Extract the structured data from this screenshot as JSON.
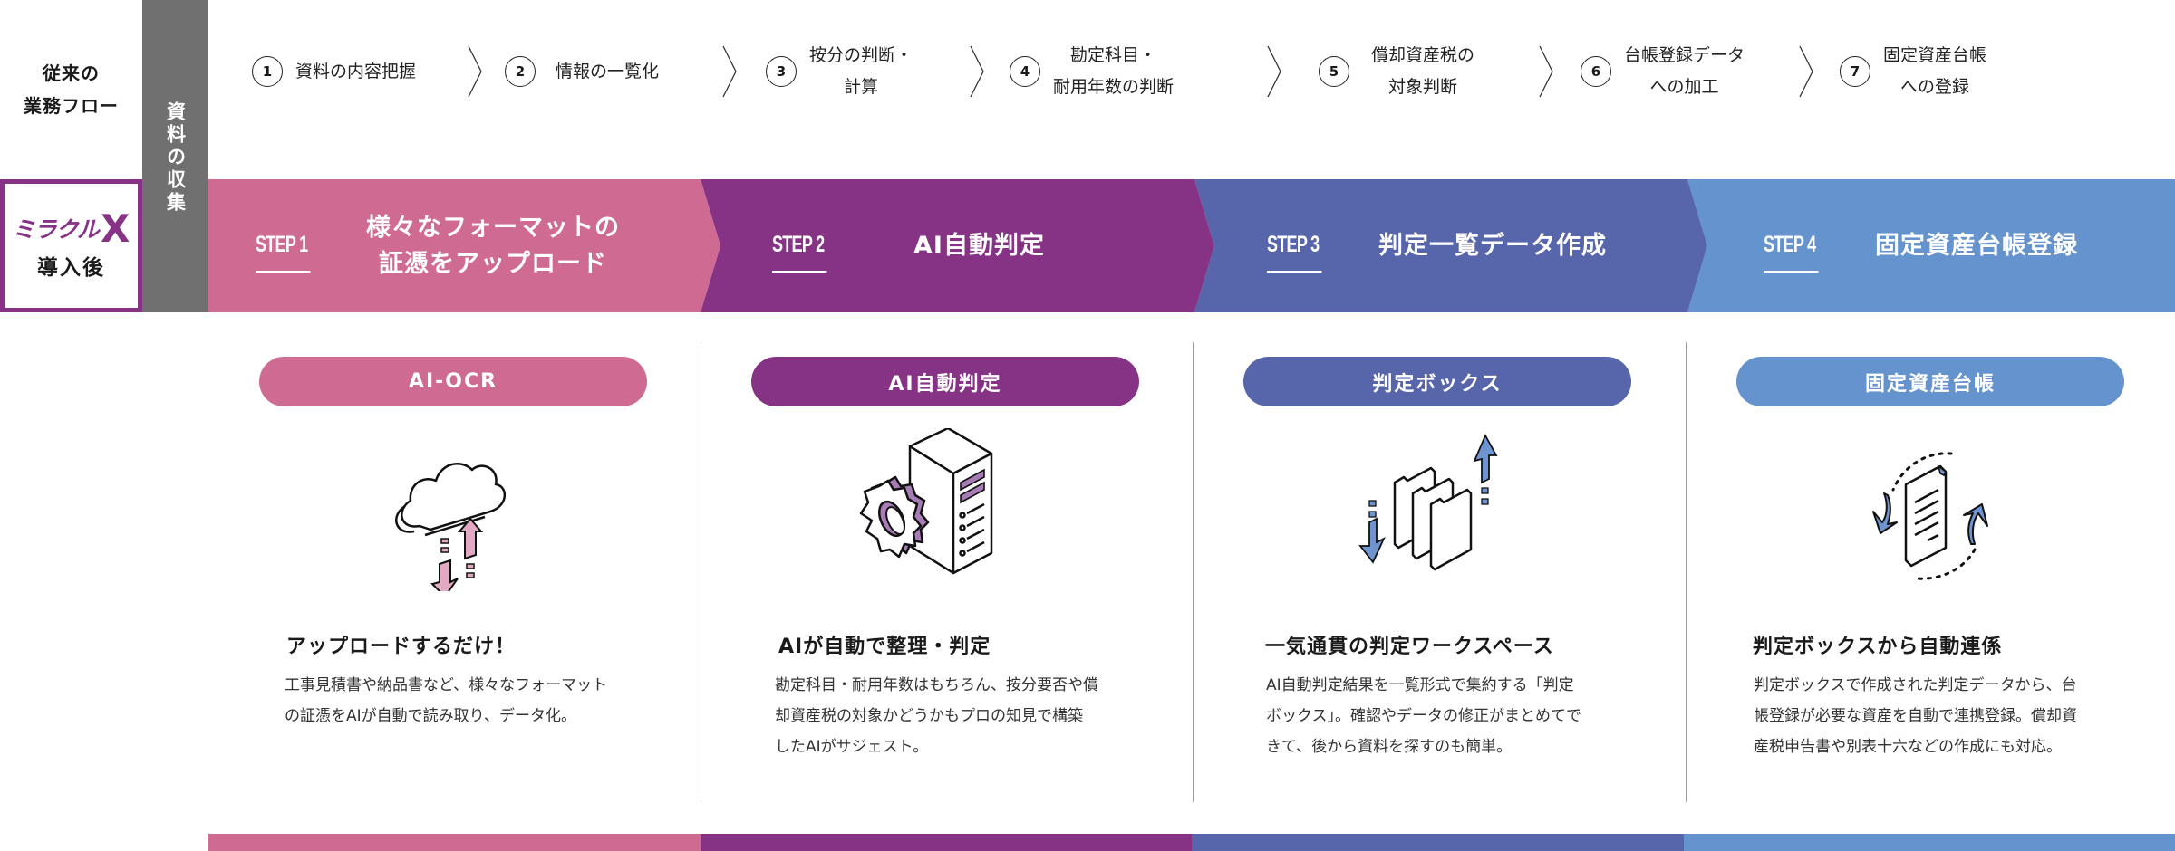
{
  "colors": {
    "step1": "#CF6B93",
    "step2": "#873385",
    "step3": "#5766AB",
    "step4": "#6593CD",
    "collect_bar": "#707070",
    "brand": "#873385"
  },
  "legacy": {
    "label_line1": "従来の",
    "label_line2": "業務フロー",
    "collect_label": "資料の収集",
    "steps": [
      {
        "num": "1",
        "text": "資料の内容把握"
      },
      {
        "num": "2",
        "text": "情報の一覧化"
      },
      {
        "num": "3",
        "text": "按分の判断・\n計算"
      },
      {
        "num": "4",
        "text": "勘定科目・\n耐用年数の判断"
      },
      {
        "num": "5",
        "text": "償却資産税の\n対象判断"
      },
      {
        "num": "6",
        "text": "台帳登録データ\nへの加工"
      },
      {
        "num": "7",
        "text": "固定資産台帳\nへの登録"
      }
    ]
  },
  "after": {
    "brand_kana": "ミラクル",
    "brand_x": "X",
    "label": "導入後"
  },
  "steps": [
    {
      "tag": "STEP 1",
      "title": "様々なフォーマットの\n証憑をアップロード",
      "pill": "AI-OCR",
      "icon": "cloud-upload-icon",
      "card_title": "アップロードするだけ！",
      "card_body": "工事見積書や納品書など、様々なフォーマット\nの証憑をAIが自動で読み取り、データ化。"
    },
    {
      "tag": "STEP 2",
      "title": "AI自動判定",
      "pill": "AI自動判定",
      "icon": "server-gear-icon",
      "card_title": "AIが自動で整理・判定",
      "card_body": "勘定科目・耐用年数はもちろん、按分要否や償\n却資産税の対象かどうかもプロの知見で構築\nしたAIがサジェスト。"
    },
    {
      "tag": "STEP 3",
      "title": "判定一覧データ作成",
      "pill": "判定ボックス",
      "icon": "folders-transfer-icon",
      "card_title": "一気通貫の判定ワークスペース",
      "card_body": "AI自動判定結果を一覧形式で集約する「判定\nボックス」。確認やデータの修正がまとめてで\nきて、後から資料を探すのも簡単。"
    },
    {
      "tag": "STEP 4",
      "title": "固定資産台帳登録",
      "pill": "固定資産台帳",
      "icon": "document-sync-icon",
      "card_title": "判定ボックスから自動連係",
      "card_body": "判定ボックスで作成された判定データから、台\n帳登録が必要な資産を自動で連携登録。償却資\n産税申告書や別表十六などの作成にも対応。"
    }
  ]
}
